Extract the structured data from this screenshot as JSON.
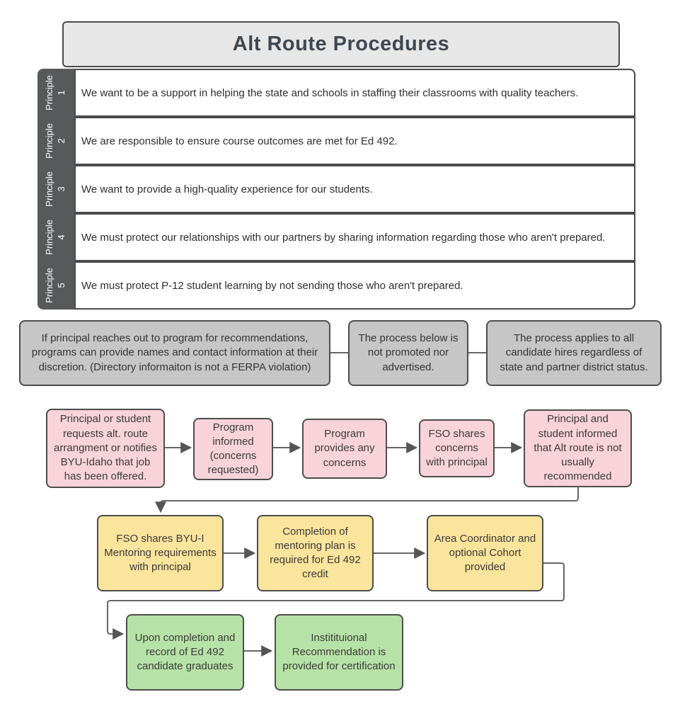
{
  "title": "Alt Route Procedures",
  "principles": [
    {
      "label": "Principle",
      "number": "1",
      "text": "We want to be a support in helping the state and schools in staffing their classrooms with quality teachers."
    },
    {
      "label": "Principle",
      "number": "2",
      "text": "We are responsible to ensure course outcomes are met for Ed 492."
    },
    {
      "label": "Principle",
      "number": "3",
      "text": "We want to provide a high-quality experience for our students."
    },
    {
      "label": "Principle",
      "number": "4",
      "text": "We must protect our relationships with our partners by sharing information regarding those who aren't prepared."
    },
    {
      "label": "Principle",
      "number": "5",
      "text": "We must protect P-12 student learning by not sending those who aren't prepared."
    }
  ],
  "notes": [
    "If principal reaches out to program for recommendations, programs can provide names and contact information at their discretion. (Directory informaiton is not a FERPA violation)",
    "The process below is not promoted nor advertised.",
    "The process applies to all candidate hires regardless of state and partner district status."
  ],
  "flow": {
    "pink": [
      "Principal or student requests alt. route arrangment or notifies BYU-Idaho that job has been offered.",
      "Program informed (concerns requested)",
      "Program provides any concerns",
      "FSO shares concerns with principal",
      "Principal and student informed that Alt route is not usually recommended"
    ],
    "yellow": [
      "FSO shares BYU-I Mentoring requirements with principal",
      "Completion of mentoring plan is required for Ed 492 credit",
      "Area Coordinator and optional Cohort provided"
    ],
    "green": [
      "Upon completion and record of Ed 492 candidate graduates",
      "Institituional Recommendation is provided for certification"
    ]
  },
  "colors": {
    "title_bg": "#e7e7e7",
    "sidebar_bg": "#58595a",
    "note_bg": "#c6c6c6",
    "pink_bg": "#f8d3da",
    "yellow_bg": "#fbe49c",
    "green_bg": "#b7e2a7",
    "border": "#4d4d4d",
    "connector": "#666666",
    "title_text": "#3e4750"
  }
}
